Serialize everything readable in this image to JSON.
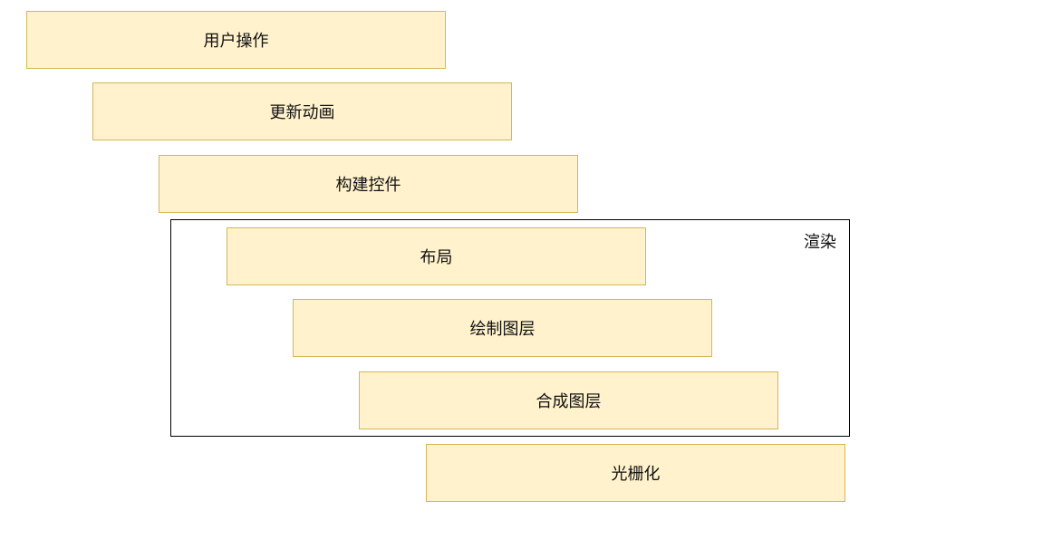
{
  "diagram": {
    "stages": [
      {
        "label": "用户操作"
      },
      {
        "label": "更新动画"
      },
      {
        "label": "构建控件"
      },
      {
        "label": "布局"
      },
      {
        "label": "绘制图层"
      },
      {
        "label": "合成图层"
      },
      {
        "label": "光栅化"
      }
    ],
    "group": {
      "label": "渲染",
      "stage_indices": [
        3,
        4,
        5
      ]
    },
    "colors": {
      "stage_fill": "#fff2cc",
      "stage_border": "#d6b656",
      "group_border": "#000000"
    }
  }
}
